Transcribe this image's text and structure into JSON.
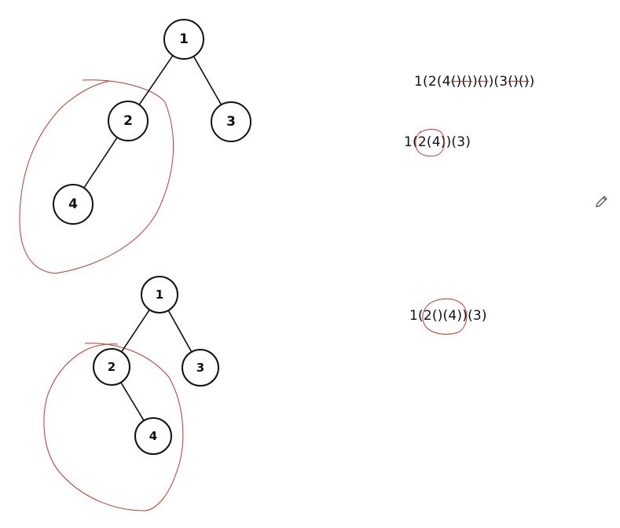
{
  "tree1": {
    "nodes": [
      {
        "id": "n1",
        "label": "1"
      },
      {
        "id": "n2",
        "label": "2"
      },
      {
        "id": "n3",
        "label": "3"
      },
      {
        "id": "n4",
        "label": "4"
      }
    ],
    "edges": [
      [
        "n1",
        "n2"
      ],
      [
        "n1",
        "n3"
      ],
      [
        "n2",
        "n4"
      ]
    ]
  },
  "tree2": {
    "nodes": [
      {
        "id": "n1",
        "label": "1"
      },
      {
        "id": "n2",
        "label": "2"
      },
      {
        "id": "n3",
        "label": "3"
      },
      {
        "id": "n4",
        "label": "4"
      }
    ],
    "edges": [
      [
        "n1",
        "n2"
      ],
      [
        "n1",
        "n3"
      ],
      [
        "n2",
        "n4"
      ]
    ]
  },
  "expr1": {
    "a": "1(2(4",
    "s1": "()()",
    "b": ")",
    "s2": "()",
    "c": ")(3",
    "s3": "()()",
    "d": ")"
  },
  "expr2": {
    "a": "1(",
    "circled": "2(4)",
    "b": ")(3)"
  },
  "expr3": {
    "a": "1(",
    "circled": "2()(4)",
    "b": ")(3)"
  },
  "annotation_color": "#c0392b",
  "icons": {
    "pencil": "pencil-icon"
  }
}
